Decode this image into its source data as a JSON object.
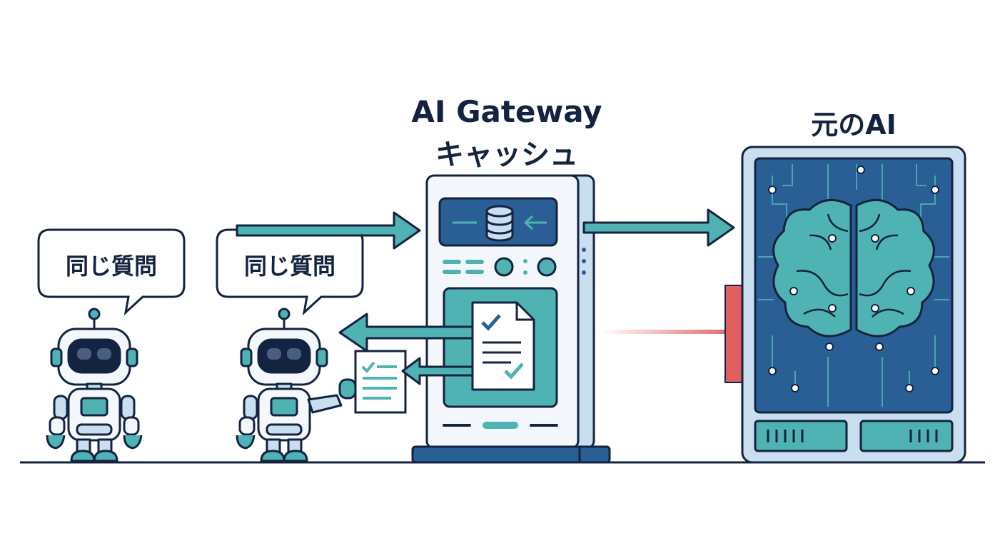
{
  "gateway": {
    "title_line1": "AI Gateway",
    "title_line2": "キャッシュ"
  },
  "origin_ai": {
    "title": "元のAI"
  },
  "agents": [
    {
      "bubble_text": "同じ質問"
    },
    {
      "bubble_text": "同じ質問"
    }
  ],
  "colors": {
    "navy": "#14233f",
    "teal": "#4fb3b3",
    "blue_panel": "#2a5f95",
    "light_blue": "#c9dff0",
    "blocked_red": "#e06060"
  },
  "icons": [
    "robot-icon",
    "database-icon",
    "document-check-icon",
    "brain-icon",
    "circuit-icon"
  ]
}
